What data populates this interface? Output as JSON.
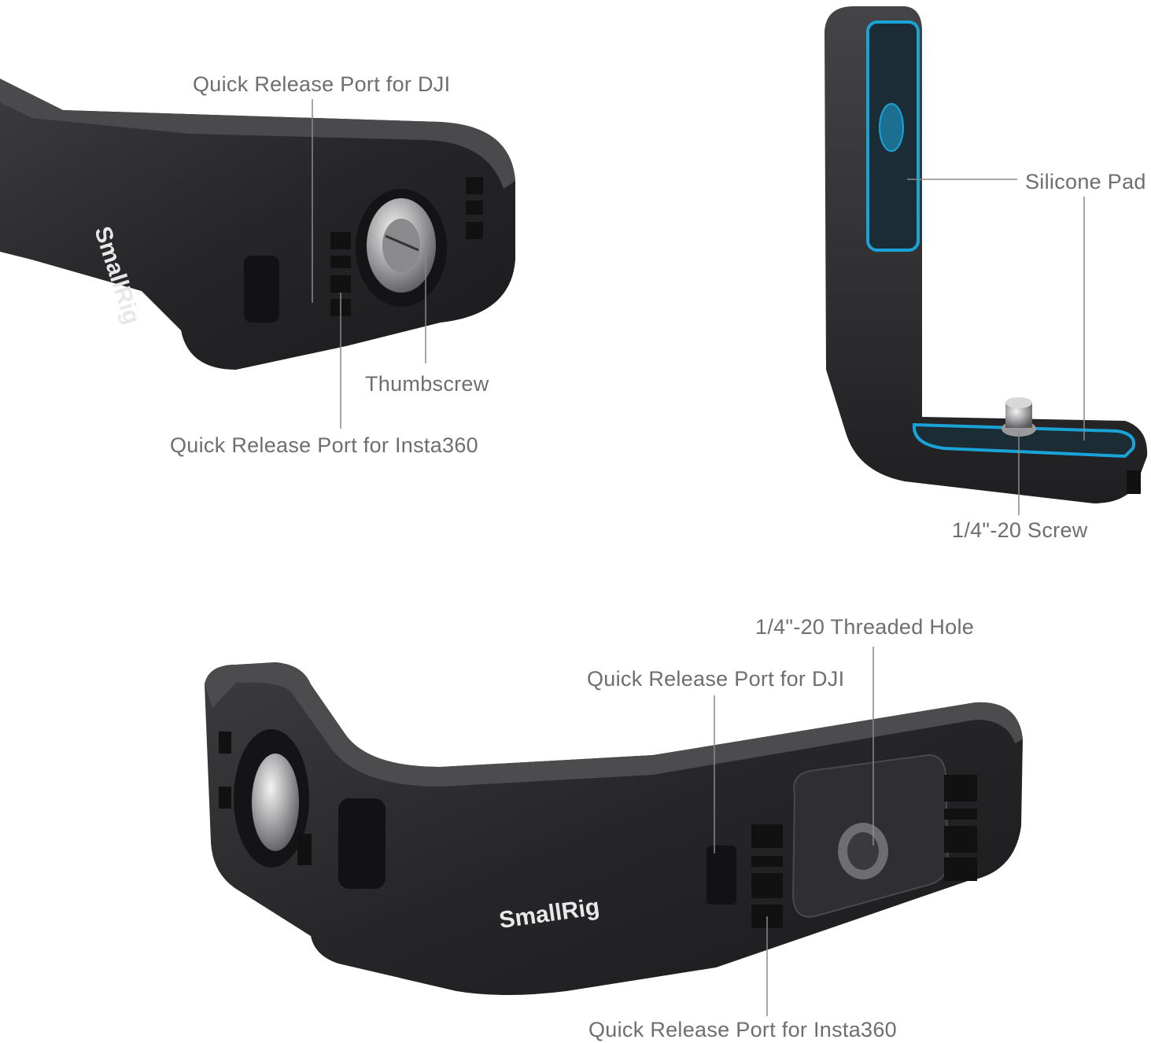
{
  "brand": "SmallRig",
  "colors": {
    "background": "#ffffff",
    "label_text": "#6e6e6e",
    "leader_line": "#8a8a8a",
    "metal_body": "#2a2a2c",
    "silicone_pad_highlight": "#19a3d6"
  },
  "callouts": {
    "top_left": {
      "dji_port": "Quick Release Port for DJI",
      "thumbscrew": "Thumbscrew",
      "insta360_port": "Quick Release Port for Insta360"
    },
    "right": {
      "silicone_pad": "Silicone Pad",
      "screw": "1/4\"-20 Screw"
    },
    "bottom": {
      "threaded_hole": "1/4\"-20 Threaded Hole",
      "dji_port": "Quick Release Port for DJI",
      "insta360_port": "Quick Release Port for Insta360"
    }
  }
}
